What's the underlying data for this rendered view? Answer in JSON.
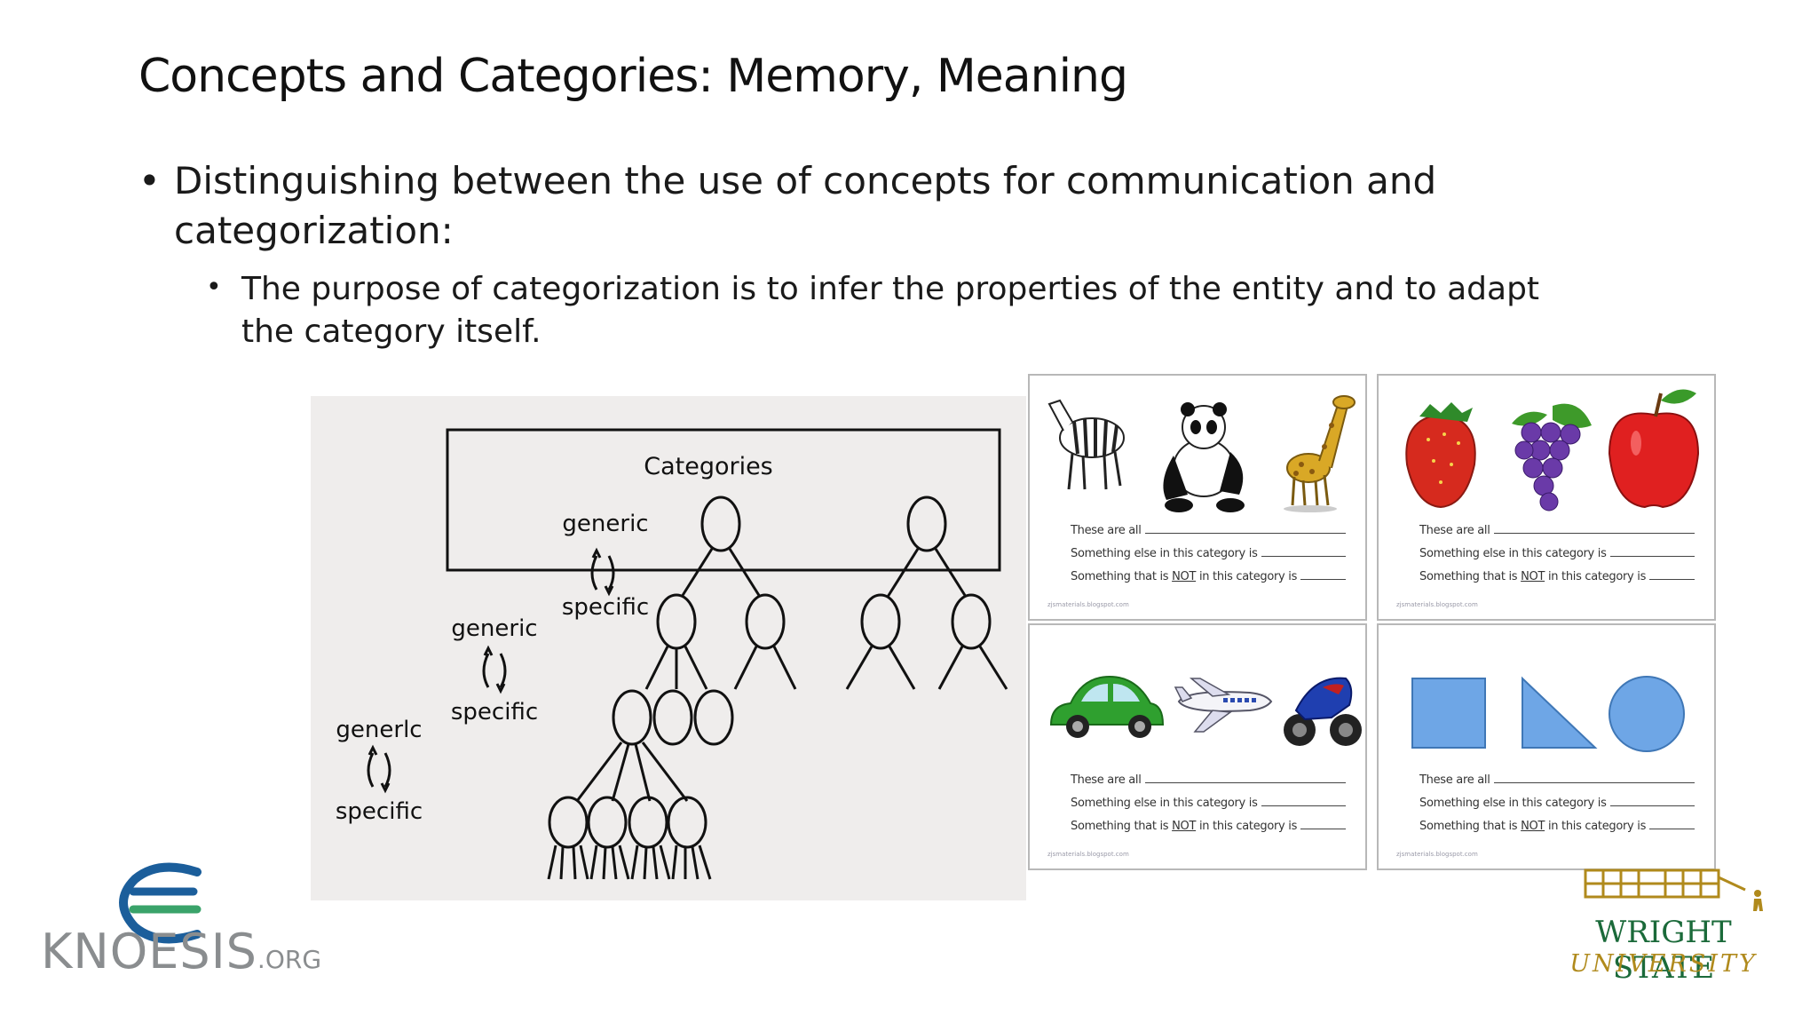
{
  "slide": {
    "title": "Concepts and Categories: Memory, Meaning",
    "bullets": [
      {
        "text": "Distinguishing between the use of concepts for communication and categorization:",
        "sub": "The purpose of categorization is to infer the properties of the entity and to adapt the category itself."
      }
    ]
  },
  "hierarchy_figure": {
    "box_label": "Categories",
    "generic": "generic",
    "specific": "specific",
    "generic_handwritten": "generlc"
  },
  "worksheets": [
    {
      "pictures": [
        "zebra",
        "panda",
        "giraffe"
      ],
      "line1": "These are all",
      "line2": "Something else in this category is",
      "line3_pre": "Something that is",
      "line3_not": "NOT",
      "line3_post": "in this category is",
      "credit": "zjsmaterials.blogspot.com"
    },
    {
      "pictures": [
        "strawberry",
        "grapes",
        "apple"
      ],
      "line1": "These are all",
      "line2": "Something else in this category is",
      "line3_pre": "Something that is",
      "line3_not": "NOT",
      "line3_post": "in this category is",
      "credit": "zjsmaterials.blogspot.com"
    },
    {
      "pictures": [
        "car",
        "airplane",
        "motorcycle"
      ],
      "line1": "These are all",
      "line2": "Something else in this category is",
      "line3_pre": "Something that is",
      "line3_not": "NOT",
      "line3_post": "in this category is",
      "credit": "zjsmaterials.blogspot.com"
    },
    {
      "pictures": [
        "square",
        "triangle",
        "circle"
      ],
      "line1": "These are all",
      "line2": "Something else in this category is",
      "line3_pre": "Something that is",
      "line3_not": "NOT",
      "line3_post": "in this category is",
      "credit": "zjsmaterials.blogspot.com"
    }
  ],
  "logos": {
    "knoesis": {
      "name": "KNOESIS",
      "suffix": ".ORG"
    },
    "wsu": {
      "line1": "WRIGHT STATE",
      "line2": "UNIVERSITY"
    }
  },
  "colors": {
    "knoesis_blue": "#1b5e9b",
    "knoesis_green": "#3aa36a",
    "wsu_green": "#1b6a3a",
    "wsu_gold": "#b08a1c"
  }
}
